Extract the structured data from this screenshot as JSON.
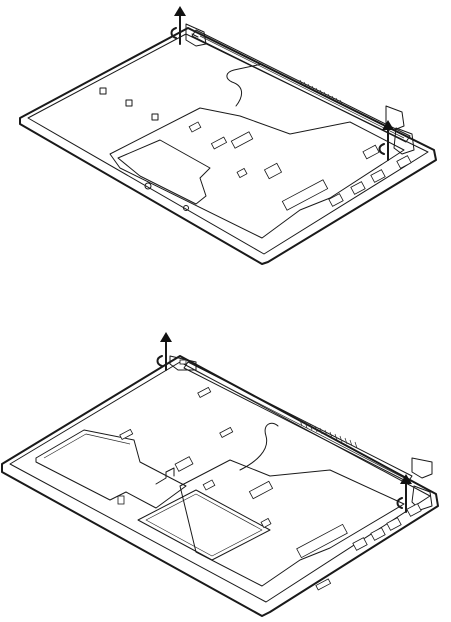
{
  "figure": {
    "panels": [
      {
        "id": "step-1",
        "view": "laptop-base-with-screen-hinges",
        "arrows": 2
      },
      {
        "id": "step-2",
        "view": "laptop-base-hinges-lifted",
        "arrows": 2
      }
    ],
    "icons": [
      "lift-arrow-icon"
    ],
    "colors": {
      "line": "#1a1a1a",
      "background": "#ffffff"
    }
  }
}
